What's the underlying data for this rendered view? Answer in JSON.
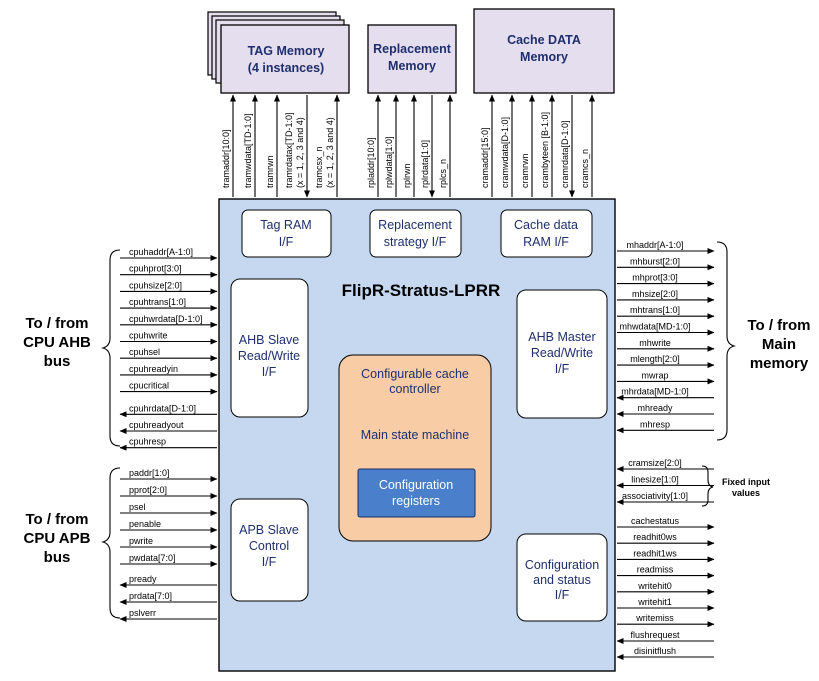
{
  "chip": {
    "title": "FlipR-Stratus-LPRR"
  },
  "memories": {
    "tag": {
      "line1": "TAG Memory",
      "line2": "(4 instances)"
    },
    "replacement": {
      "line1": "Replacement",
      "line2": "Memory"
    },
    "cache_data": {
      "line1": "Cache DATA",
      "line2": "Memory"
    }
  },
  "top_signals": {
    "tag": [
      "tramaddr[10:0]",
      "tramwdata[TD-1:0]",
      "tramrwn",
      "tramrdatax[TD-1:0]",
      "(x = 1, 2, 3 and 4)",
      "tramcsx_n",
      "(x = 1, 2, 3 and 4)"
    ],
    "replacement": [
      "rpladdr[10:0]",
      "rplwdata[1:0]",
      "rplrwn",
      "rplrdata[1:0]",
      "rplcs_n"
    ],
    "cache": [
      "cramaddr[15:0]",
      "cramwdata[D-1:0]",
      "cramrwn",
      "crambyteen [B-1:0]",
      "cramrdata[D-1:0]",
      "cramcs_n"
    ]
  },
  "blocks": {
    "tag_ram": {
      "line1": "Tag RAM",
      "line2": "I/F"
    },
    "replacement_if": {
      "line1": "Replacement",
      "line2": "strategy I/F"
    },
    "cache_ram": {
      "line1": "Cache data",
      "line2": "RAM I/F"
    },
    "ahb_slave": {
      "line1": "AHB Slave",
      "line2": "Read/Write",
      "line3": "I/F"
    },
    "ahb_master": {
      "line1": "AHB Master",
      "line2": "Read/Write",
      "line3": "I/F"
    },
    "apb_slave": {
      "line1": "APB Slave",
      "line2": "Control",
      "line3": "I/F"
    },
    "config_status": {
      "line1": "Configuration",
      "line2": "and status",
      "line3": "I/F"
    },
    "controller": {
      "line1": "Configurable cache",
      "line2": "controller",
      "line3": "Main state machine"
    },
    "config_regs": {
      "line1": "Configuration",
      "line2": "registers"
    }
  },
  "left_labels": {
    "ahb": [
      "To / from",
      "CPU AHB",
      "bus"
    ],
    "apb": [
      "To / from",
      "CPU APB",
      "bus"
    ]
  },
  "right_labels": {
    "main": [
      "To / from",
      "Main",
      "memory"
    ],
    "fixed": [
      "Fixed input",
      "values"
    ]
  },
  "ahb_signals": [
    {
      "name": "cpuhaddr[A-1:0]",
      "dir": "in"
    },
    {
      "name": "cpuhprot[3:0]",
      "dir": "in"
    },
    {
      "name": "cpuhsize[2:0]",
      "dir": "in"
    },
    {
      "name": "cpuhtrans[1:0]",
      "dir": "in"
    },
    {
      "name": "cpuhwrdata[D-1:0]",
      "dir": "in"
    },
    {
      "name": "cpuhwrite",
      "dir": "in"
    },
    {
      "name": "cpuhsel",
      "dir": "in"
    },
    {
      "name": "cpuhreadyin",
      "dir": "in"
    },
    {
      "name": "cpucritical",
      "dir": "in"
    },
    {
      "name": "cpuhrdata[D-1:0]",
      "dir": "out"
    },
    {
      "name": "cpuhreadyout",
      "dir": "out"
    },
    {
      "name": "cpuhresp",
      "dir": "out"
    }
  ],
  "apb_signals": [
    {
      "name": "paddr[1:0]",
      "dir": "in"
    },
    {
      "name": "pprot[2:0]",
      "dir": "in"
    },
    {
      "name": "psel",
      "dir": "in"
    },
    {
      "name": "penable",
      "dir": "in"
    },
    {
      "name": "pwrite",
      "dir": "in"
    },
    {
      "name": "pwdata[7:0]",
      "dir": "in"
    },
    {
      "name": "pready",
      "dir": "out"
    },
    {
      "name": "prdata[7:0]",
      "dir": "out"
    },
    {
      "name": "pslverr",
      "dir": "out"
    }
  ],
  "master_signals": [
    {
      "name": "mhaddr[A-1:0]",
      "dir": "out"
    },
    {
      "name": "mhburst[2:0]",
      "dir": "out"
    },
    {
      "name": "mhprot[3:0]",
      "dir": "out"
    },
    {
      "name": "mhsize[2:0]",
      "dir": "out"
    },
    {
      "name": "mhtrans[1:0]",
      "dir": "out"
    },
    {
      "name": "mhwdata[MD-1:0]",
      "dir": "out"
    },
    {
      "name": "mhwrite",
      "dir": "out"
    },
    {
      "name": "mlength[2:0]",
      "dir": "out"
    },
    {
      "name": "mwrap",
      "dir": "out"
    },
    {
      "name": "mhrdata[MD-1:0]",
      "dir": "in"
    },
    {
      "name": "mhready",
      "dir": "in"
    },
    {
      "name": "mhresp",
      "dir": "in"
    }
  ],
  "fixed_signals": [
    {
      "name": "cramsize[2:0]",
      "dir": "in"
    },
    {
      "name": "linesize[1:0]",
      "dir": "in"
    },
    {
      "name": "associativity[1:0]",
      "dir": "in"
    }
  ],
  "status_signals": [
    {
      "name": "cachestatus",
      "dir": "out"
    },
    {
      "name": "readhit0ws",
      "dir": "out"
    },
    {
      "name": "readhit1ws",
      "dir": "out"
    },
    {
      "name": "readmiss",
      "dir": "out"
    },
    {
      "name": "writehit0",
      "dir": "out"
    },
    {
      "name": "writehit1",
      "dir": "out"
    },
    {
      "name": "writemiss",
      "dir": "out"
    }
  ],
  "flush_signals": [
    {
      "name": "flushrequest",
      "dir": "in"
    },
    {
      "name": "disinitflush",
      "dir": "in"
    }
  ],
  "colors": {
    "chip": "#c5d8ef",
    "memory": "#e4deee",
    "controller": "#f8cda6",
    "registers": "#4a7fcc",
    "stroke": "#000000"
  }
}
